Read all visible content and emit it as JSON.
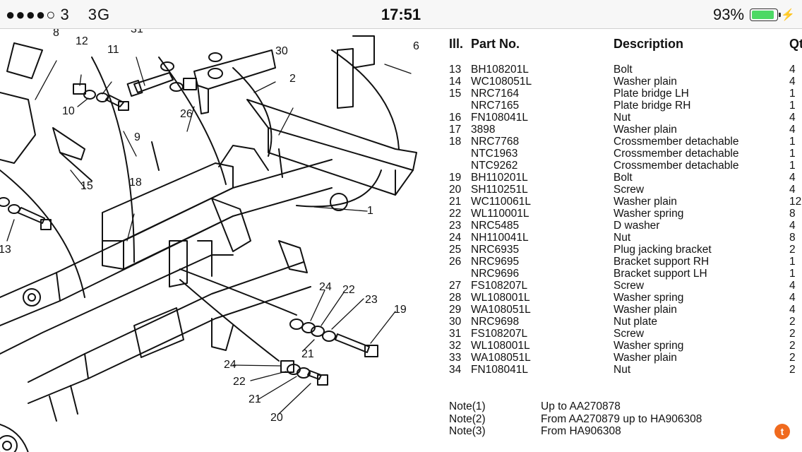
{
  "status_bar": {
    "signal": "●●●●○",
    "carrier": "3",
    "network": "3G",
    "time": "17:51",
    "battery_percent": "93%",
    "battery_level": 0.93,
    "battery_color": "#4cd964"
  },
  "callouts": [
    "8",
    "12",
    "11",
    "31",
    "30",
    "6",
    "2",
    "10",
    "9",
    "26",
    "15",
    "18",
    "1",
    "13",
    "24",
    "22",
    "23",
    "19",
    "21",
    "24",
    "22",
    "21",
    "20"
  ],
  "parts_table": {
    "headers": {
      "ill": "Ill.",
      "part_no": "Part  No.",
      "description": "Description",
      "qty": "Qt"
    },
    "rows": [
      {
        "ill": "13",
        "part": "BH108201L",
        "desc": "Bolt",
        "qty": "4"
      },
      {
        "ill": "14",
        "part": "WC108051L",
        "desc": "Washer  plain",
        "qty": "4"
      },
      {
        "ill": "15",
        "part": "NRC7164",
        "desc": "Plate  bridge  LH",
        "qty": "1"
      },
      {
        "ill": "",
        "part": "NRC7165",
        "desc": "Plate  bridge  RH",
        "qty": "1"
      },
      {
        "ill": "16",
        "part": "FN108041L",
        "desc": "Nut",
        "qty": "4"
      },
      {
        "ill": "17",
        "part": "3898",
        "desc": "Washer  plain",
        "qty": "4"
      },
      {
        "ill": "18",
        "part": "NRC7768",
        "desc": "Crossmember  detachable",
        "qty": "1"
      },
      {
        "ill": "",
        "part": "NTC1963",
        "desc": "Crossmember  detachable",
        "qty": "1"
      },
      {
        "ill": "",
        "part": "NTC9262",
        "desc": "Crossmember  detachable",
        "qty": "1"
      },
      {
        "ill": "19",
        "part": "BH110201L",
        "desc": "Bolt",
        "qty": "4"
      },
      {
        "ill": "20",
        "part": "SH110251L",
        "desc": "Screw",
        "qty": "4"
      },
      {
        "ill": "21",
        "part": "WC110061L",
        "desc": "Washer  plain",
        "qty": "12"
      },
      {
        "ill": "22",
        "part": "WL110001L",
        "desc": "Washer  spring",
        "qty": "8"
      },
      {
        "ill": "23",
        "part": "NRC5485",
        "desc": "D  washer",
        "qty": "4"
      },
      {
        "ill": "24",
        "part": "NH110041L",
        "desc": "Nut",
        "qty": "8"
      },
      {
        "ill": "25",
        "part": "NRC6935",
        "desc": "Plug  jacking  bracket",
        "qty": "2"
      },
      {
        "ill": "26",
        "part": "NRC9695",
        "desc": "Bracket  support  RH",
        "qty": "1"
      },
      {
        "ill": "",
        "part": "NRC9696",
        "desc": "Bracket  support  LH",
        "qty": "1"
      },
      {
        "ill": "27",
        "part": "FS108207L",
        "desc": "Screw",
        "qty": "4"
      },
      {
        "ill": "28",
        "part": "WL108001L",
        "desc": "Washer  spring",
        "qty": "4"
      },
      {
        "ill": "29",
        "part": "WA108051L",
        "desc": "Washer  plain",
        "qty": "4"
      },
      {
        "ill": "30",
        "part": "NRC9698",
        "desc": "Nut  plate",
        "qty": "2"
      },
      {
        "ill": "31",
        "part": "FS108207L",
        "desc": "Screw",
        "qty": "2"
      },
      {
        "ill": "32",
        "part": "WL108001L",
        "desc": "Washer  spring",
        "qty": "2"
      },
      {
        "ill": "33",
        "part": "WA108051L",
        "desc": "Washer  plain",
        "qty": "2"
      },
      {
        "ill": "34",
        "part": "FN108041L",
        "desc": "Nut",
        "qty": "2"
      }
    ]
  },
  "notes": [
    {
      "label": "Note(1)",
      "text": "Up  to  AA270878"
    },
    {
      "label": "Note(2)",
      "text": "From  AA270879  up  to  HA906308"
    },
    {
      "label": "Note(3)",
      "text": "From  HA906308"
    }
  ],
  "share_badge": {
    "glyph": "t",
    "color": "#f06a1e"
  }
}
